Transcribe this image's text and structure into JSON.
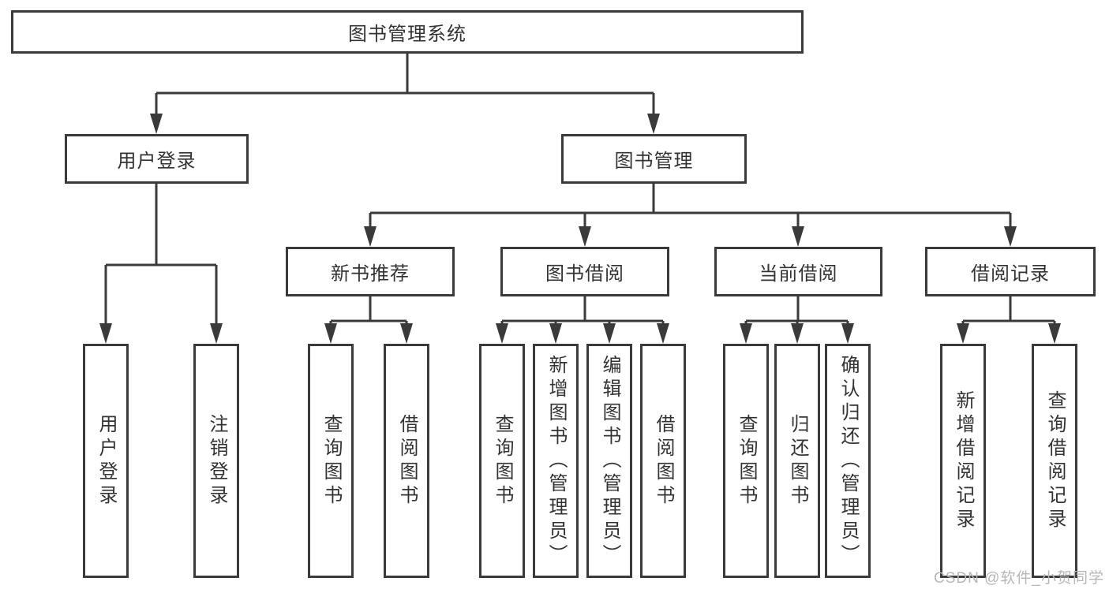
{
  "tree": {
    "root": {
      "label": "图书管理系统"
    },
    "level2": [
      {
        "label": "用户登录"
      },
      {
        "label": "图书管理"
      }
    ],
    "level3": [
      {
        "label": "新书推荐",
        "parent": "图书管理"
      },
      {
        "label": "图书借阅",
        "parent": "图书管理"
      },
      {
        "label": "当前借阅",
        "parent": "图书管理"
      },
      {
        "label": "借阅记录",
        "parent": "图书管理"
      }
    ],
    "leaves": [
      {
        "label": "用户登录",
        "parent": "用户登录"
      },
      {
        "label": "注销登录",
        "parent": "用户登录"
      },
      {
        "label": "查询图书",
        "parent": "新书推荐"
      },
      {
        "label": "借阅图书",
        "parent": "新书推荐"
      },
      {
        "label": "查询图书",
        "parent": "图书借阅"
      },
      {
        "label": "新增图书（管理员）",
        "parent": "图书借阅"
      },
      {
        "label": "编辑图书（管理员）",
        "parent": "图书借阅"
      },
      {
        "label": "借阅图书",
        "parent": "图书借阅"
      },
      {
        "label": "查询图书",
        "parent": "当前借阅"
      },
      {
        "label": "归还图书",
        "parent": "当前借阅"
      },
      {
        "label": "确认归还（管理员）",
        "parent": "当前借阅"
      },
      {
        "label": "新增借阅记录",
        "parent": "借阅记录"
      },
      {
        "label": "查询借阅记录",
        "parent": "借阅记录"
      }
    ]
  },
  "watermark": "CSDN @软件_小贺同学",
  "colors": {
    "line": "#3a3a3a",
    "text": "#333333",
    "background": "#ffffff",
    "watermark": "#b7b7b7"
  }
}
